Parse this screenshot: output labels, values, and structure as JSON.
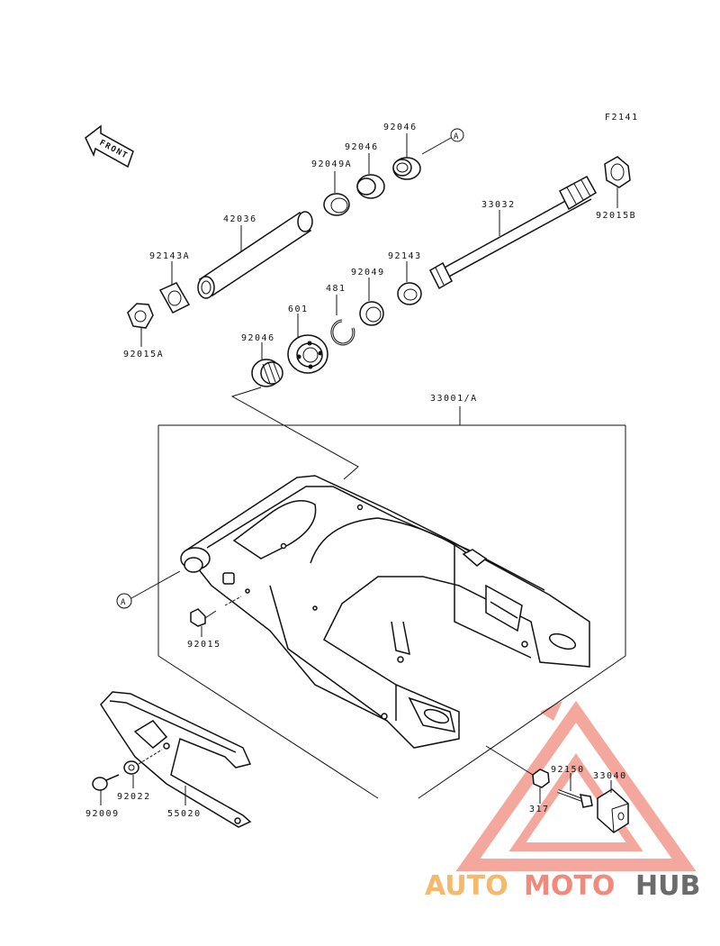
{
  "diagram": {
    "code": "F2141",
    "front_label": "FRONT",
    "ref_marker": "A",
    "parts": {
      "p92046_top": "92046",
      "p92046_mid": "92046",
      "p92049A": "92049A",
      "p42036": "42036",
      "p92143A": "92143A",
      "p92015A": "92015A",
      "p33032": "33032",
      "p92015B": "92015B",
      "p92143": "92143",
      "p92049": "92049",
      "p481": "481",
      "p601": "601",
      "p92046_low": "92046",
      "p33001A": "33001/A",
      "p92015": "92015",
      "p92022": "92022",
      "p92009": "92009",
      "p55020": "55020",
      "p92150": "92150",
      "p33040": "33040",
      "p317": "317"
    }
  },
  "watermark": {
    "part1": "AUTO",
    "part2": "MOTO",
    "part3": "HUB",
    "colors": {
      "auto": "#f6b86a",
      "moto": "#f08a7d",
      "hub": "#6b6b6b",
      "logo": "#f08a7d"
    }
  }
}
